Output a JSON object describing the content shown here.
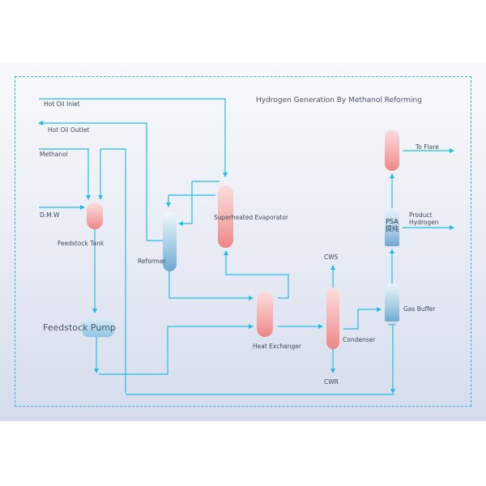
{
  "diagram": {
    "title": "Hydrogen Generation By Methanol Reforming",
    "line_color": "#22bde5",
    "streams": {
      "hot_oil_inlet": "Hot Oil Inlet",
      "hot_oil_outlet": "Hot Oil Outlet",
      "methanol": "Methanol",
      "dmw": "D.M.W",
      "cws": "CWS",
      "cwr": "CWR",
      "to_flare": "To Flare",
      "product_hydrogen_line1": "Product",
      "product_hydrogen_line2": "Hydrogen"
    },
    "equipment": {
      "feedstock_tank": "Feedstock Tank",
      "feedstock_pump": "Feedstock Pump",
      "reformer": "Reformer",
      "superheated_evaporator": "Superheated Evaporator",
      "heat_exchanger": "Heat Exchanger",
      "condenser": "Condenser",
      "gas_buffer": "Gas Buffer",
      "psa_line1": "PSA",
      "psa_line2": "提纯"
    }
  }
}
